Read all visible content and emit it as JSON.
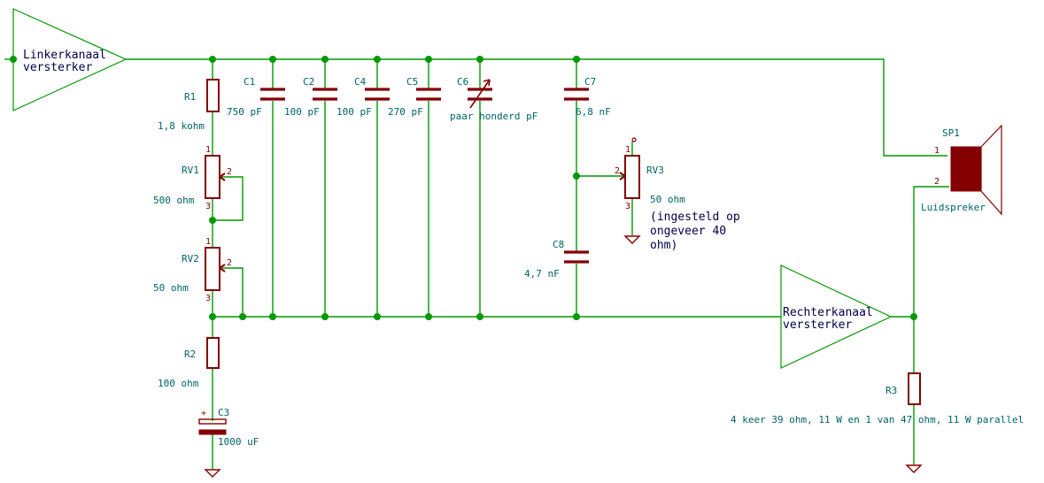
{
  "amplifiers": {
    "left": {
      "label_line1": "Linkerkanaal",
      "label_line2": "versterker"
    },
    "right": {
      "label_line1": "Rechterkanaal",
      "label_line2": "versterker"
    }
  },
  "resistors": {
    "r1": {
      "ref": "R1",
      "value": "1,8 kohm"
    },
    "r2": {
      "ref": "R2",
      "value": "100 ohm"
    },
    "r3": {
      "ref": "R3",
      "value": "4 keer 39 ohm, 11 W en 1 van 47 ohm, 11 W parallel"
    }
  },
  "potentiometers": {
    "rv1": {
      "ref": "RV1",
      "value": "500 ohm",
      "pin1": "1",
      "pin2": "2",
      "pin3": "3"
    },
    "rv2": {
      "ref": "RV2",
      "value": "50 ohm",
      "pin1": "1",
      "pin2": "2",
      "pin3": "3"
    },
    "rv3": {
      "ref": "RV3",
      "value_line1": "50 ohm",
      "value_line2": "(ingesteld op",
      "value_line3": "ongeveer 40",
      "value_line4": "ohm)",
      "pin1": "1",
      "pin2": "2",
      "pin3": "3"
    }
  },
  "capacitors": {
    "c1": {
      "ref": "C1",
      "value": "750 pF"
    },
    "c2": {
      "ref": "C2",
      "value": "100 pF"
    },
    "c4": {
      "ref": "C4",
      "value": "100 pF"
    },
    "c5": {
      "ref": "C5",
      "value": "270 pF"
    },
    "c6": {
      "ref": "C6",
      "value": "paar honderd pF"
    },
    "c7": {
      "ref": "C7",
      "value": "6,8 nF"
    },
    "c8": {
      "ref": "C8",
      "value": "4,7 nF"
    },
    "c3": {
      "ref": "C3",
      "value": "1000 uF",
      "polarity": "+"
    }
  },
  "speaker": {
    "ref": "SP1",
    "value": "Luidspreker",
    "pin1": "1",
    "pin2": "2"
  },
  "colors": {
    "wire": "#009900",
    "component": "#840000",
    "field_text": "#006464",
    "amp_text": "#00004a"
  }
}
